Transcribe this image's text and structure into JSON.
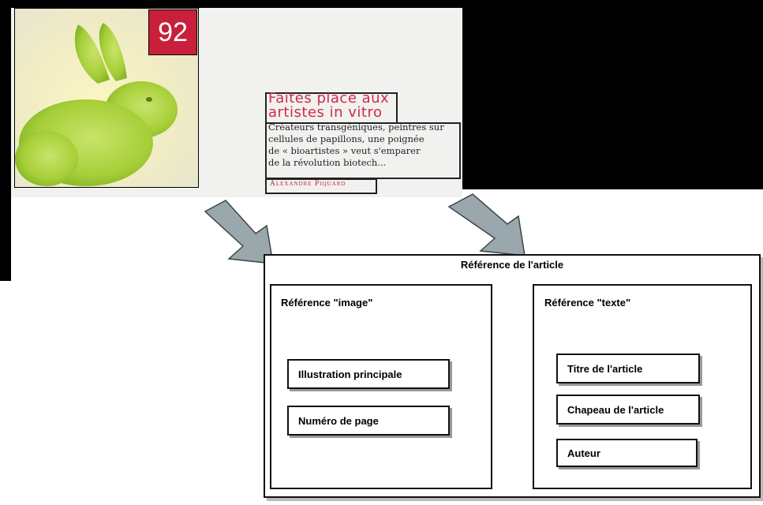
{
  "scan": {
    "page_number": "92",
    "article_title": "Faites place aux\nartistes in vitro",
    "article_chapeau": "Créateurs transgéniques, peintres sur\ncellules de papillons, une poignée\nde « bioartistes » veut s'emparer\nde la révolution biotech...",
    "author": "Alexandre Piquard",
    "colors": {
      "page_number_bg": "#c8203a",
      "title": "#d02a4a",
      "rabbit": "#a9d340"
    }
  },
  "diagram": {
    "title": "Référence de l'article",
    "image_group": {
      "label": "Référence \"image\"",
      "fields": [
        "Illustration principale",
        "Numéro de page"
      ]
    },
    "text_group": {
      "label": "Référence \"texte\"",
      "fields": [
        "Titre de l'article",
        "Chapeau de l'article",
        "Auteur"
      ]
    }
  }
}
